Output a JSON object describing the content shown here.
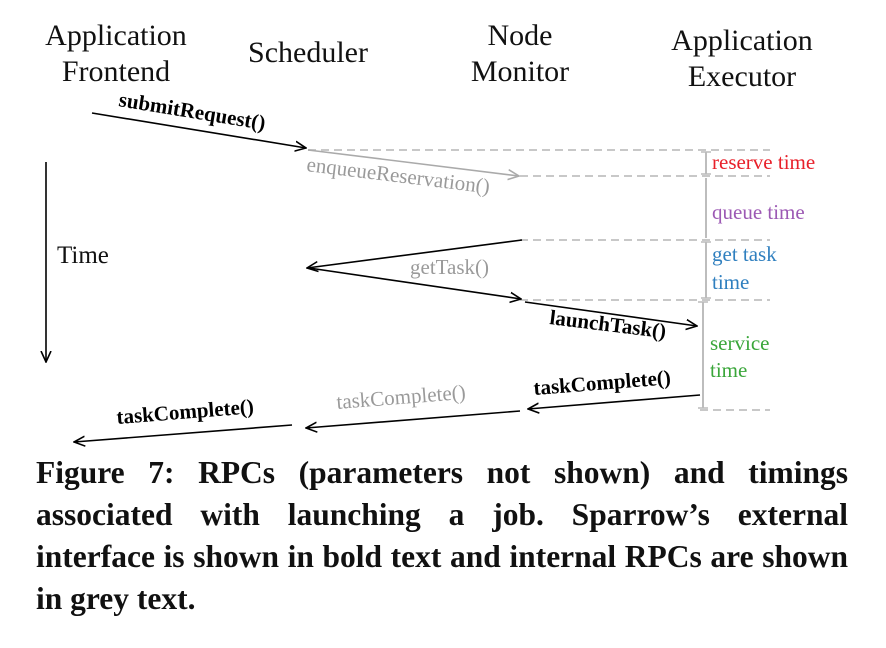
{
  "columns": {
    "frontend": [
      "Application",
      "Frontend"
    ],
    "scheduler": [
      "Scheduler"
    ],
    "node_monitor": [
      "Node",
      "Monitor"
    ],
    "executor": [
      "Application",
      "Executor"
    ]
  },
  "time_label": "Time",
  "messages": {
    "submit_request": "submitRequest()",
    "enqueue_reservation": "enqueueReservation()",
    "get_task": "getTask()",
    "launch_task": "launchTask()",
    "task_complete_executor": "taskComplete()",
    "task_complete_node": "taskComplete()",
    "task_complete_scheduler": "taskComplete()"
  },
  "timings": {
    "reserve_time": "reserve time",
    "queue_time": "queue time",
    "get_task_time": [
      "get task",
      "time"
    ],
    "service_time": [
      "service",
      "time"
    ]
  },
  "colors": {
    "external": "#000000",
    "internal": "#9a9a9a",
    "reserve": "#e8202a",
    "queue": "#9c59b4",
    "get_task": "#2f7fbf",
    "service": "#3aa63a",
    "dashed": "#c8c8c8"
  },
  "caption": "Figure 7: RPCs (parameters not shown) and timings associated with launching a job. Sparrow’s external interface is shown in bold text and internal RPCs are shown in grey text."
}
